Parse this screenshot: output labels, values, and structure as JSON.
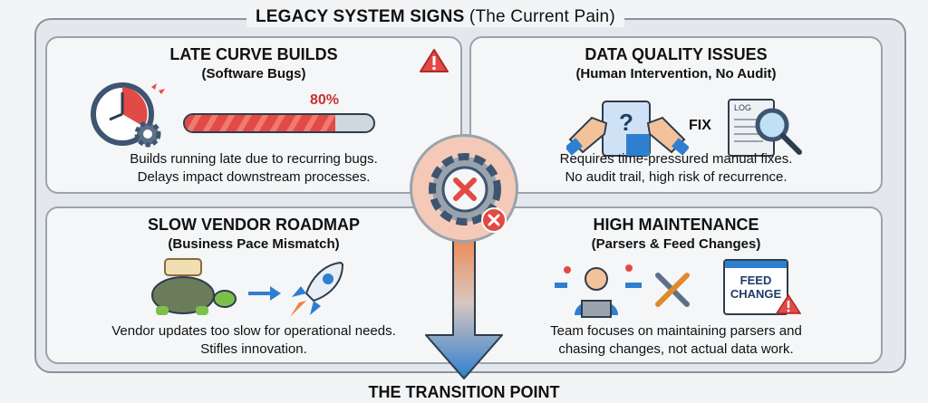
{
  "header": {
    "title": "LEGACY SYSTEM SIGNS",
    "subtitle": "(The Current Pain)"
  },
  "cards": [
    {
      "title": "LATE CURVE BUILDS",
      "subtitle": "(Software Bugs)",
      "progress_label": "80%",
      "progress": 0.8,
      "desc1": "Builds running late due to recurring bugs.",
      "desc2": "Delays impact downstream processes."
    },
    {
      "title": "DATA QUALITY ISSUES",
      "subtitle": "(Human Intervention, No Audit)",
      "fix_label": "FIX",
      "log_label": "LOG",
      "desc1": "Requires time-pressured manual fixes.",
      "desc2": "No audit trail, high risk of recurrence."
    },
    {
      "title": "SLOW VENDOR ROADMAP",
      "subtitle": "(Business Pace Mismatch)",
      "desc1": "Vendor updates too slow for operational needs.",
      "desc2": "Stifles innovation."
    },
    {
      "title": "HIGH MAINTENANCE",
      "subtitle": "(Parsers & Feed Changes)",
      "feed_label1": "FEED",
      "feed_label2": "CHANGE",
      "desc1": "Team focuses on maintaining parsers and",
      "desc2": "chasing changes, not actual data work."
    }
  ],
  "footer": {
    "title": "THE TRANSITION POINT"
  },
  "colors": {
    "red": "#e24a45",
    "blue": "#2f7fd0",
    "orange": "#f08040"
  }
}
